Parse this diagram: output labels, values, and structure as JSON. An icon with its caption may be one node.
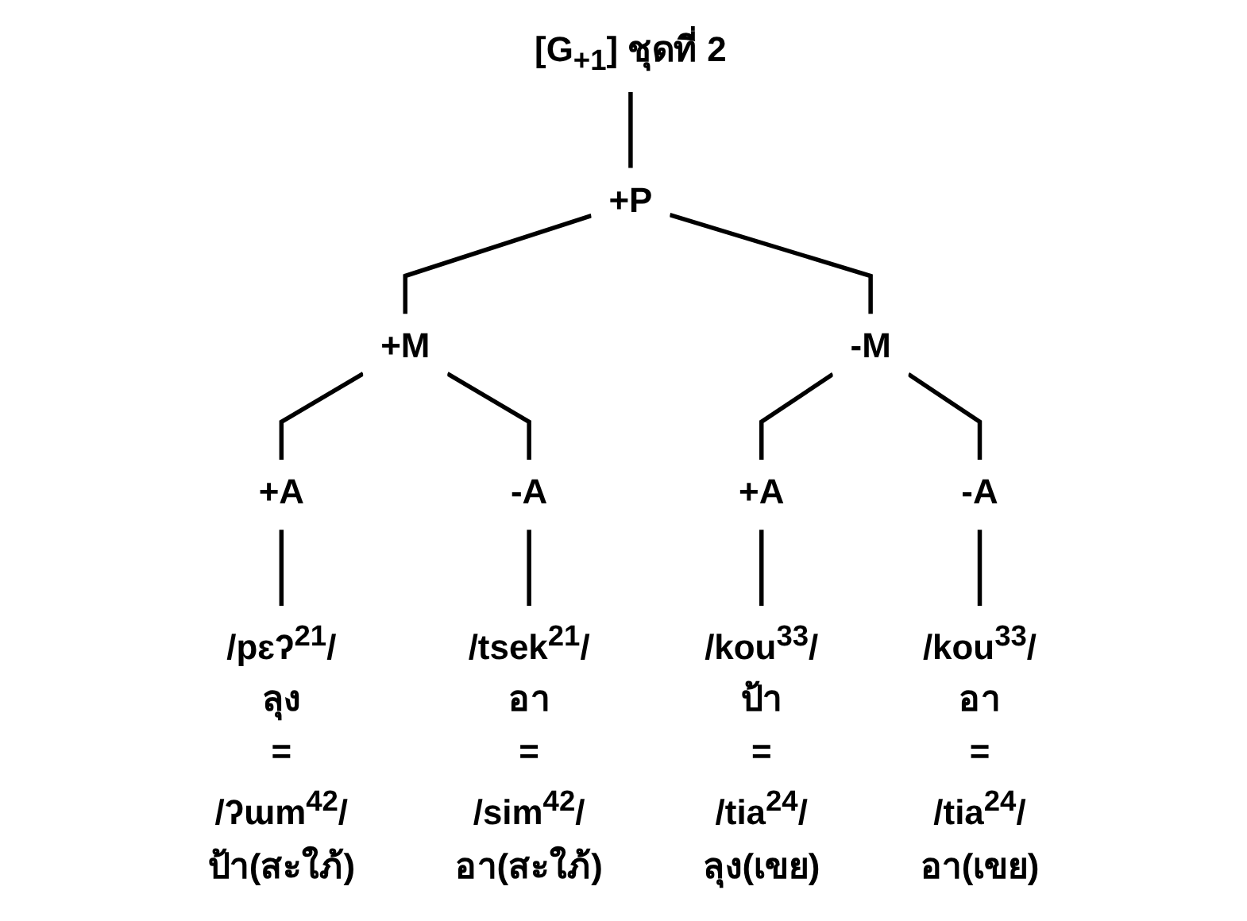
{
  "diagram": {
    "nodes": [
      {
        "text": [
          "[G$_{+1}$] ชุดที่ 2"
        ]
      },
      {
        "text": [
          "+P"
        ]
      },
      {
        "text": [
          "+M"
        ]
      },
      {
        "text": [
          "-M"
        ]
      },
      {
        "text": [
          "+A"
        ]
      },
      {
        "text": [
          "-A"
        ]
      },
      {
        "text": [
          "+A"
        ]
      },
      {
        "text": [
          "-A"
        ]
      },
      {
        "text": [
          "/pɛʔ$^{21}$/",
          "ลุง",
          "=",
          "/ʔɯm$^{42}$/",
          "ป้า(สะใภ้)"
        ]
      },
      {
        "text": [
          "/tsek$^{21}$/",
          "อา",
          "=",
          "/sim$^{42}$/",
          "อา(สะใภ้)"
        ]
      },
      {
        "text": [
          "/kou$^{33}$/",
          "ป้า",
          "=",
          "/tia$^{24}$/",
          "ลุง(เขย)"
        ]
      },
      {
        "text": [
          "/kou$^{33}$/",
          "อา",
          "=",
          "/tia$^{24}$/",
          "อา(เขย)"
        ]
      }
    ],
    "edges": [
      {
        "from": 0,
        "to": 1,
        "arrow": "none"
      },
      {
        "from": 1,
        "to": 2,
        "arrow": "none"
      },
      {
        "from": 1,
        "to": 3,
        "arrow": "none"
      },
      {
        "from": 2,
        "to": 4,
        "arrow": "none"
      },
      {
        "from": 2,
        "to": 5,
        "arrow": "none"
      },
      {
        "from": 3,
        "to": 6,
        "arrow": "none"
      },
      {
        "from": 3,
        "to": 7,
        "arrow": "none"
      },
      {
        "from": 4,
        "to": 8,
        "arrow": "none"
      },
      {
        "from": 5,
        "to": 9,
        "arrow": "none"
      },
      {
        "from": 6,
        "to": 10,
        "arrow": "none"
      },
      {
        "from": 7,
        "to": 11,
        "arrow": "none"
      }
    ]
  }
}
